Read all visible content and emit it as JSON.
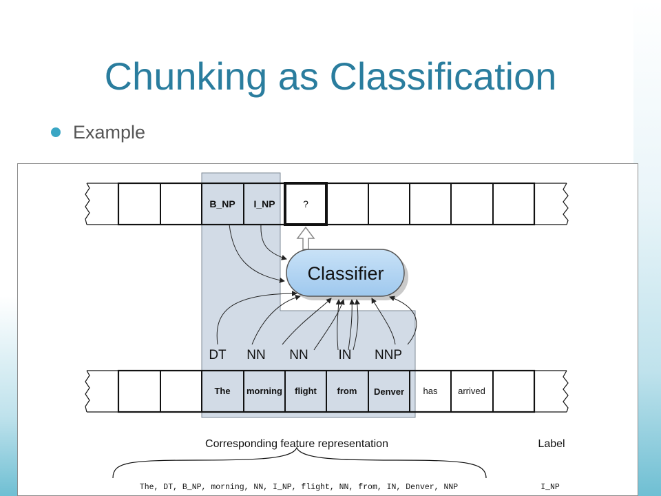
{
  "slide": {
    "title": "Chunking as Classification",
    "bullet": "Example"
  },
  "diagram": {
    "top_row": [
      "",
      "",
      "B_NP",
      "I_NP",
      "?",
      "",
      "",
      "",
      "",
      ""
    ],
    "classifier_label": "Classifier",
    "pos_tags": [
      "DT",
      "NN",
      "NN",
      "IN",
      "NNP"
    ],
    "bottom_row": [
      "",
      "",
      "The",
      "morning",
      "flight",
      "from",
      "Denver",
      "has",
      "arrived",
      ""
    ],
    "feature_caption": "Corresponding feature representation",
    "label_caption": "Label",
    "feature_vector": "The, DT, B_NP, morning, NN, I_NP, flight, NN, from, IN, Denver, NNP",
    "label_value": "I_NP"
  }
}
